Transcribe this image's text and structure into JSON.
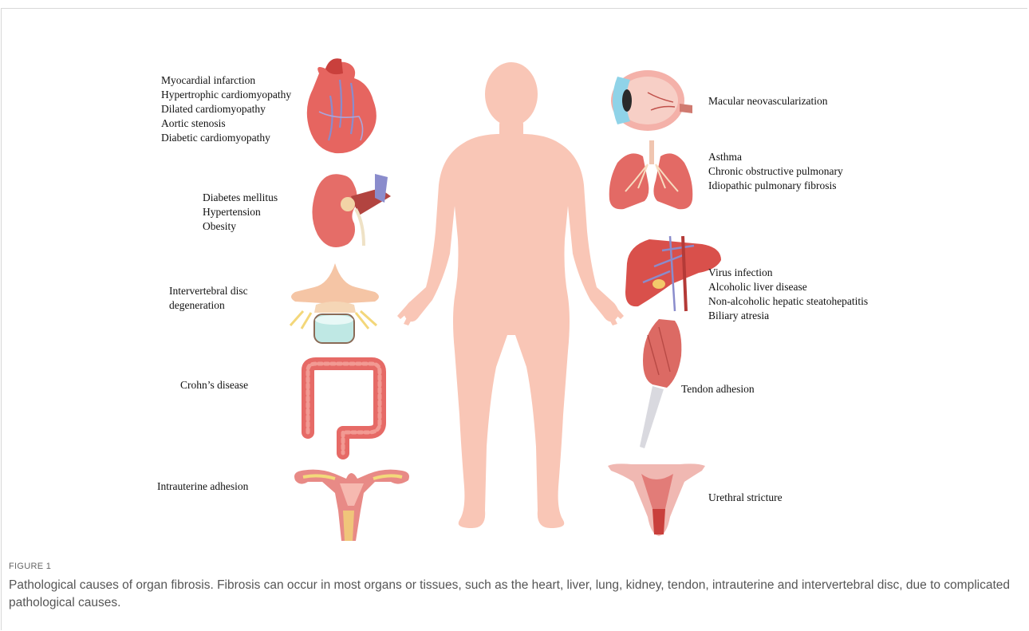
{
  "figure": {
    "left_labels": {
      "heart": [
        "Myocardial infarction",
        "Hypertrophic cardiomyopathy",
        "Dilated cardiomyopathy",
        "Aortic stenosis",
        "Diabetic cardiomyopathy"
      ],
      "kidney": [
        "Diabetes mellitus",
        "Hypertension",
        "Obesity"
      ],
      "disc": [
        "Intervertebral disc",
        "degeneration"
      ],
      "colon": [
        "Crohn’s disease"
      ],
      "uterus": [
        "Intrauterine adhesion"
      ]
    },
    "right_labels": {
      "eye": [
        "Macular neovascularization"
      ],
      "lung": [
        "Asthma",
        "Chronic obstructive pulmonary",
        "Idiopathic pulmonary fibrosis"
      ],
      "liver": [
        "Virus infection",
        "Alcoholic liver disease",
        "Non-alcoholic hepatic steatohepatitis",
        "Biliary atresia"
      ],
      "tendon": [
        "Tendon adhesion"
      ],
      "urethra": [
        "Urethral stricture"
      ]
    },
    "colors": {
      "body": "#f9c6b6",
      "organ_red": "#e0605c",
      "organ_pink": "#f0a7a0",
      "dark_red": "#b8322e",
      "vessel_blue": "#8a8ccc",
      "disc_teal": "#bfe8e4",
      "cartilage": "#f6d08a"
    }
  },
  "caption": {
    "title": "FIGURE 1",
    "text": "Pathological causes of organ fibrosis. Fibrosis can occur in most organs or tissues, such as the heart, liver, lung, kidney, tendon, intrauterine and intervertebral disc, due to complicated pathological causes."
  }
}
